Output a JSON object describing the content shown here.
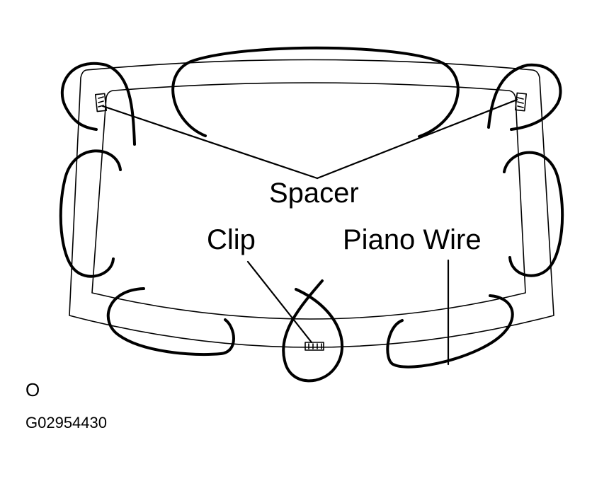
{
  "labels": {
    "spacer": "Spacer",
    "clip": "Clip",
    "piano_wire": "Piano Wire"
  },
  "figure_letter": "O",
  "figure_code": "G02954430"
}
